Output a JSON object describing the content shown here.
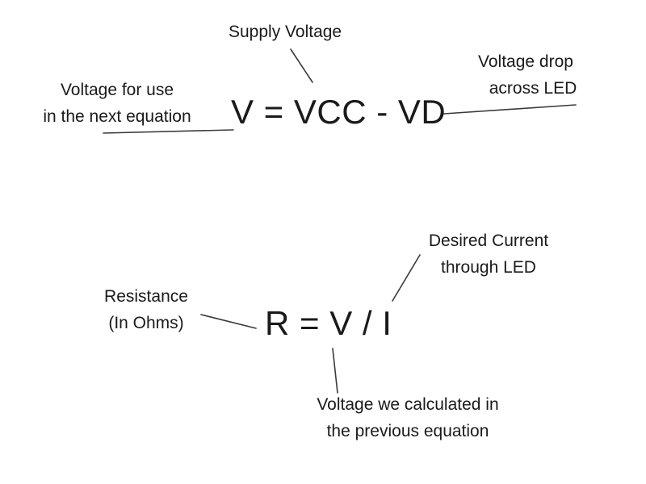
{
  "equations": {
    "voltage": {
      "text": "V = VCC - VD",
      "annotations": {
        "supply": "Supply Voltage",
        "drop": [
          "Voltage drop",
          "across LED"
        ],
        "output": [
          "Voltage for use",
          "in the next equation"
        ]
      }
    },
    "resistance": {
      "text": "R = V / I",
      "annotations": {
        "current": [
          "Desired Current",
          "through LED"
        ],
        "resistance": [
          "Resistance",
          "(In Ohms)"
        ],
        "voltage": [
          "Voltage we calculated in",
          "the previous equation"
        ]
      }
    }
  }
}
